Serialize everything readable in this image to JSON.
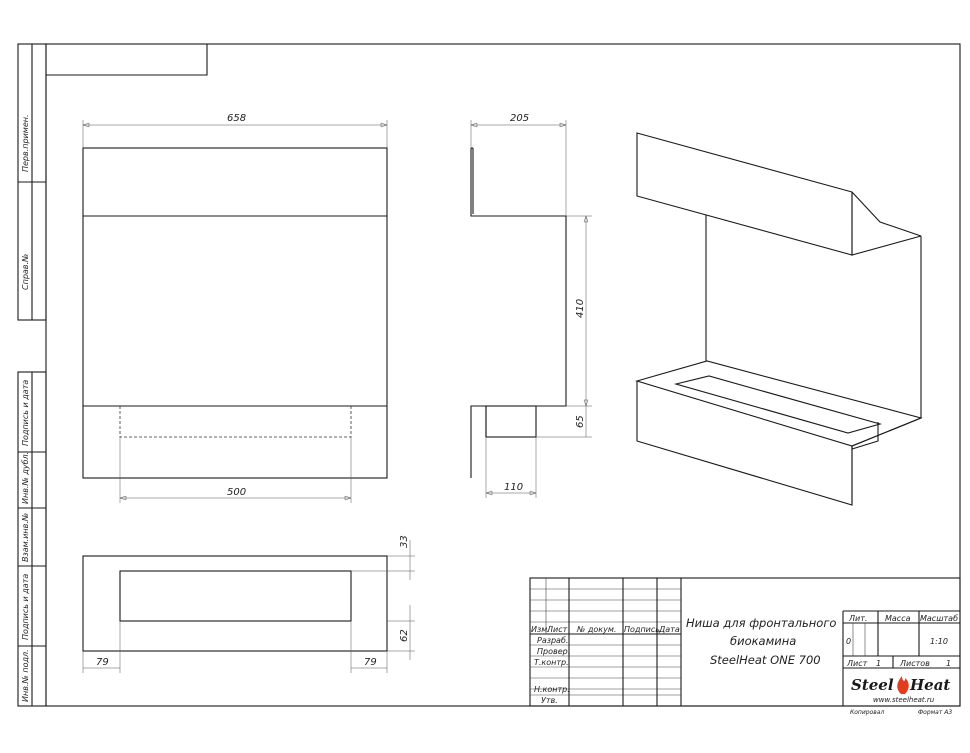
{
  "side_strip": {
    "perv_primen": "Перв.примен.",
    "sprav_no": "Справ.№",
    "podpis_data_1": "Подпись и дата",
    "inv_dubl": "Инв.№ дубл.",
    "vzam_inv": "Взам.инв.№",
    "podpis_data_2": "Подпись и дата",
    "inv_podl": "Инв.№ подл."
  },
  "dimensions": {
    "front_width": "658",
    "front_opening": "500",
    "side_depth": "205",
    "side_height": "410",
    "side_bottom": "65",
    "side_base_depth": "110",
    "top_margin": "33",
    "top_depth": "62",
    "top_left": "79",
    "top_right": "79"
  },
  "title_block": {
    "hdr_izm": "Изм.",
    "hdr_list": "Лист",
    "hdr_dokum": "№ докум.",
    "hdr_podpis": "Подпись",
    "hdr_data": "Дата",
    "razrab": "Разраб.",
    "prover": "Провер.",
    "tkontr": "Т.контр.",
    "nkontr": "Н.контр.",
    "utv": "Утв.",
    "title_line1": "Ниша для фронтального",
    "title_line2": "биокамина",
    "title_line3": "SteelHeat ONE 700",
    "lit_label": "Лит.",
    "massa_label": "Масса",
    "masshtab_label": "Масштаб",
    "lit_value": "0",
    "scale_value": "1:10",
    "sheet_label": "Лист",
    "sheet_value": "1",
    "sheets_label": "Листов",
    "sheets_value": "1",
    "logo_left": "Steel",
    "logo_right": "Heat",
    "website": "www.steelheat.ru",
    "kopiroval": "Копировал",
    "format": "Формат A3"
  },
  "colors": {
    "line": "#1a1a1a",
    "flame": "#e23b1e"
  }
}
